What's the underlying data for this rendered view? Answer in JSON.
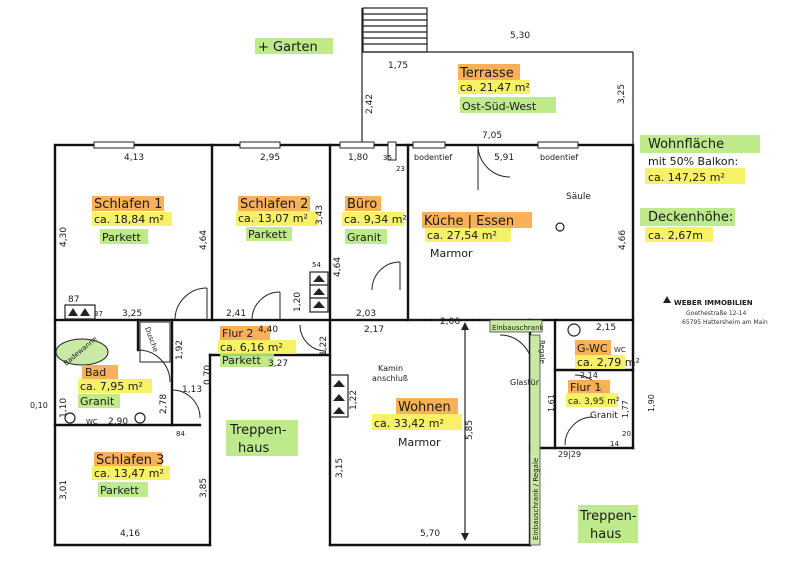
{
  "plan": {
    "garden_label": "+ Garten",
    "summary": {
      "wohnflaeche_l1": "Wohnfläche",
      "wohnflaeche_l2": "mit 50% Balkon:",
      "wohnflaeche_l3": "ca. 147,25 m²",
      "deckenhoehe_l1": "Deckenhöhe:",
      "deckenhoehe_l2": "ca. 2,67m"
    },
    "logo": {
      "brand": "WEBER IMMOBILIEN",
      "street": "Goethestraße 12-14",
      "city": "65795 Hattersheim am Main"
    },
    "rooms": {
      "terrasse": {
        "name": "Terrasse",
        "area": "ca. 21,47 m²",
        "note": "Ost-Süd-West"
      },
      "schlafen1": {
        "name": "Schlafen 1",
        "area": "ca. 18,84 m²",
        "floor": "Parkett"
      },
      "schlafen2": {
        "name": "Schlafen 2",
        "area": "ca. 13,07 m²",
        "floor": "Parkett"
      },
      "buero": {
        "name": "Büro",
        "area": "ca. 9,34 m²",
        "floor": "Granit"
      },
      "kueche": {
        "name": "Küche | Essen",
        "area": "ca. 27,54 m²",
        "floor": "Marmor"
      },
      "flur2": {
        "name": "Flur 2",
        "area": "ca. 6,16 m²",
        "floor": "Parkett"
      },
      "bad": {
        "name": "Bad",
        "area": "ca. 7,95 m²",
        "floor": "Granit"
      },
      "schlafen3": {
        "name": "Schlafen 3",
        "area": "ca. 13,47 m²",
        "floor": "Parkett"
      },
      "wohnen": {
        "name": "Wohnen",
        "area": "ca. 33,42 m²",
        "floor": "Marmor"
      },
      "gwc": {
        "name": "G-WC",
        "area": "ca. 2,79 m²"
      },
      "flur1": {
        "name": "Flur 1",
        "area": "ca. 3,95 m²",
        "floor": "Granit"
      },
      "treppenhaus1": {
        "l1": "Treppen-",
        "l2": "haus"
      },
      "treppenhaus2": {
        "l1": "Treppen-",
        "l2": "haus"
      }
    },
    "features": {
      "saeule": "Säule",
      "bodentief1": "bodentief",
      "bodentief2": "bodentief",
      "einbauschrank": "Einbauschrank",
      "regale": "Regale",
      "einbauschrank_regale": "Einbauschrank / Regale",
      "glastuer": "Glastür",
      "kamin": "Kamin",
      "kamin2": "anschluß",
      "badewanne": "Badewanne",
      "dusche": "Dusche",
      "wc1": "WC",
      "wc2": "WC"
    },
    "dims": {
      "d530": "5,30",
      "d175": "1,75",
      "d242": "2,42",
      "d325_top": "3,25",
      "d705": "7,05",
      "d413": "4,13",
      "d295": "2,95",
      "d180": "1,80",
      "d35": "35",
      "d23": "23",
      "d591": "5,91",
      "d430": "4,30",
      "d464a": "4,64",
      "d343": "3,43",
      "d54": "54",
      "d464b": "4,64",
      "d466": "4,66",
      "d87": "87",
      "d37": "37",
      "d325": "3,25",
      "d241": "2,41",
      "d120": "1,20",
      "d203": "2,03",
      "d440": "4,40",
      "d217": "2,17",
      "d206": "2,06",
      "d215": "2,15",
      "d192": "1,92",
      "d070": "0,70",
      "d327": "3,27",
      "d122a": "1,22",
      "d113": "1,13",
      "d010": "0,10",
      "d110": "1,10",
      "d290": "2,90",
      "d278": "2,78",
      "d84": "84",
      "d122b": "1,22",
      "d585": "5,85",
      "d214": "2,14",
      "d161": "1,61",
      "d177": "1,77",
      "d190": "1,90",
      "d20": "20",
      "d14": "14",
      "d2929": "29|29",
      "d301": "3,01",
      "d385": "3,85",
      "d315": "3,15",
      "d416": "4,16",
      "d570": "5,70"
    }
  }
}
